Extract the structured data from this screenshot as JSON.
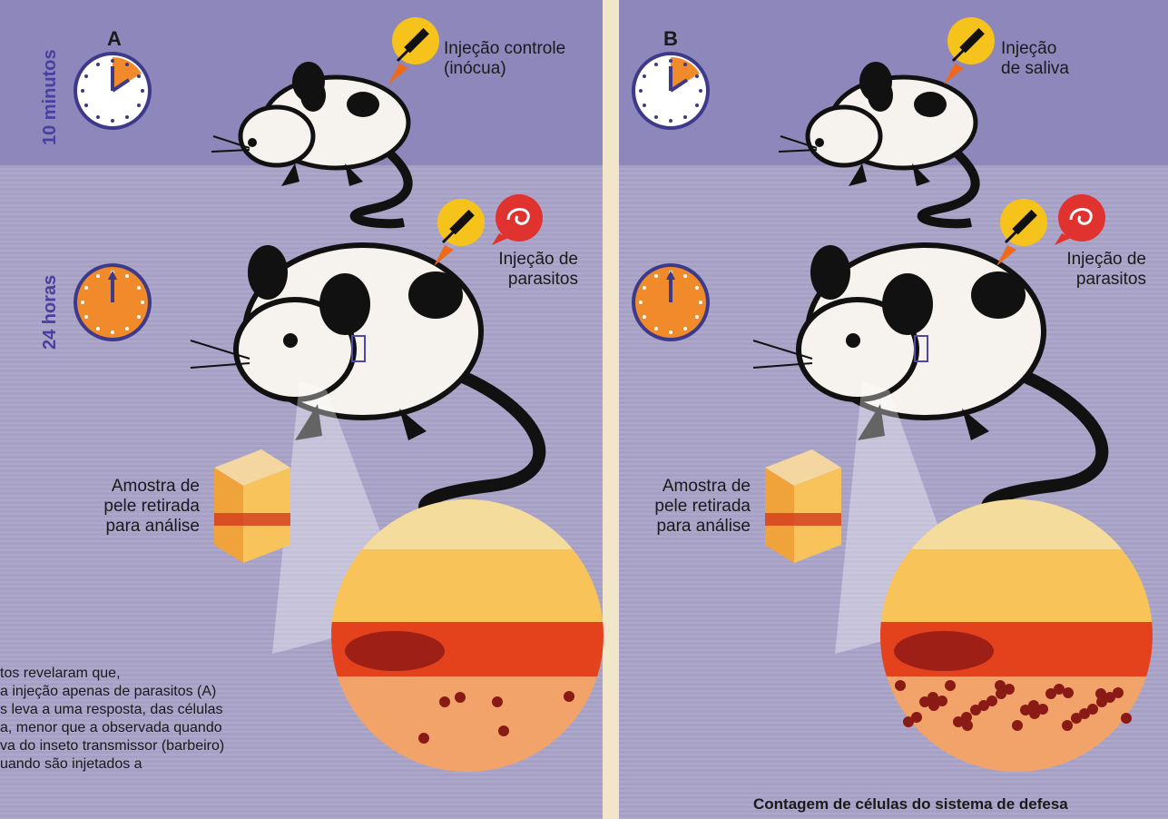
{
  "panel_a": {
    "letter": "A",
    "injection_top": [
      "Injeção controle",
      "(inócua)"
    ],
    "injection_bottom": [
      "Injeção de",
      "parasitos"
    ],
    "sample_label": [
      "Amostra de",
      "pele retirada",
      "para análise"
    ],
    "defense_cells_shown": 6
  },
  "panel_b": {
    "letter": "B",
    "injection_top": [
      "Injeção",
      "de saliva"
    ],
    "injection_bottom": [
      "Injeção de",
      "parasitos"
    ],
    "sample_label": [
      "Amostra de",
      "pele retirada",
      "para análise"
    ],
    "defense_cells_shown": 34
  },
  "timeline": {
    "stage1": "10 minutos",
    "stage2": "24 horas"
  },
  "caption_lines": [
    "tos revelaram que,",
    "a injeção apenas de parasitos (A)",
    "s leva a uma resposta, das células",
    "a, menor que a observada quando",
    "va do inseto transmissor (barbeiro)",
    "uando são injetados a"
  ],
  "footer": "Contagem de células do sistema de defesa",
  "colors": {
    "band": "#8e87bb",
    "panel": "#a9a3c9",
    "clock": "#f08a2a",
    "accent": "#4a3fa0",
    "cell": "#8a1a16"
  },
  "icons": [
    "clock-icon",
    "syringe-icon",
    "parasite-icon",
    "rat-illustration",
    "skin-sample-icon",
    "magnifier-circle"
  ]
}
